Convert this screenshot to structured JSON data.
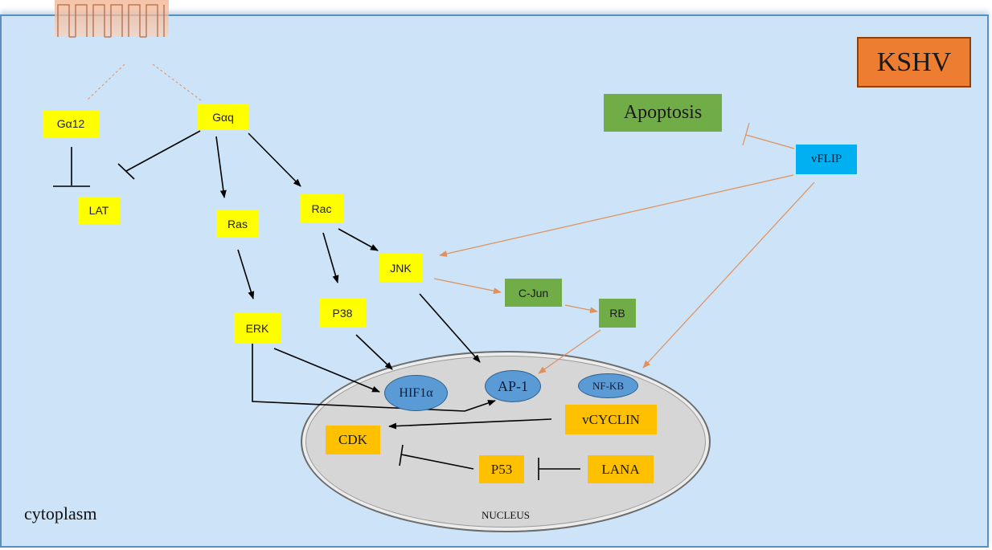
{
  "nodes": {
    "ga12": "Gα12",
    "gaq": "Gαq",
    "lat": "LAT",
    "ras": "Ras",
    "rac": "Rac",
    "jnk": "JNK",
    "erk": "ERK",
    "p38": "P38",
    "cjun": "C-Jun",
    "rb": "RB",
    "hif1a": "HIF1α",
    "ap1": "AP-1",
    "nfkb": "NF-KB",
    "vcyclin": "vCYCLIN",
    "cdk": "CDK",
    "p53": "P53",
    "lana": "LANA",
    "vflip": "vFLIP",
    "apoptosis": "Apoptosis",
    "kshv": "KSHV"
  },
  "labels": {
    "nucleus": "NUCLEUS",
    "cytoplasm": "cytoplasm"
  },
  "colors": {
    "host_protein": "#ffff00",
    "viral_protein": "#ffc000",
    "green_node": "#70ad47",
    "vflip": "#00b0f0",
    "kshv": "#ed7d31",
    "transcription_factor": "#5b9bd5",
    "black_arrow": "#000000",
    "orange_arrow": "#e0905c"
  }
}
